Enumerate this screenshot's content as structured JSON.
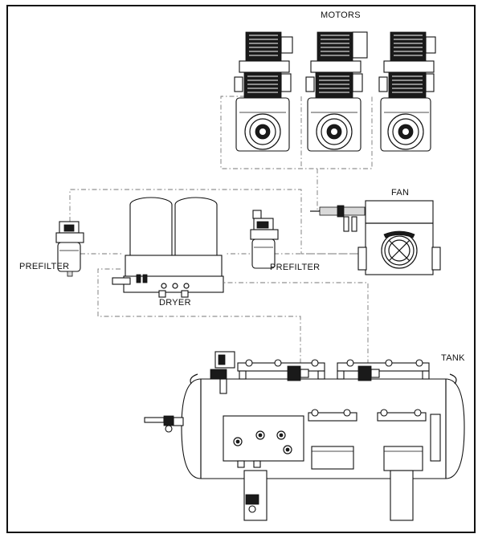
{
  "labels": {
    "motors": "MOTORS",
    "fan": "FAN",
    "prefilter_left": "PREFILTER",
    "prefilter_right": "PREFILTER",
    "dryer": "DRYER",
    "tank": "TANK"
  }
}
